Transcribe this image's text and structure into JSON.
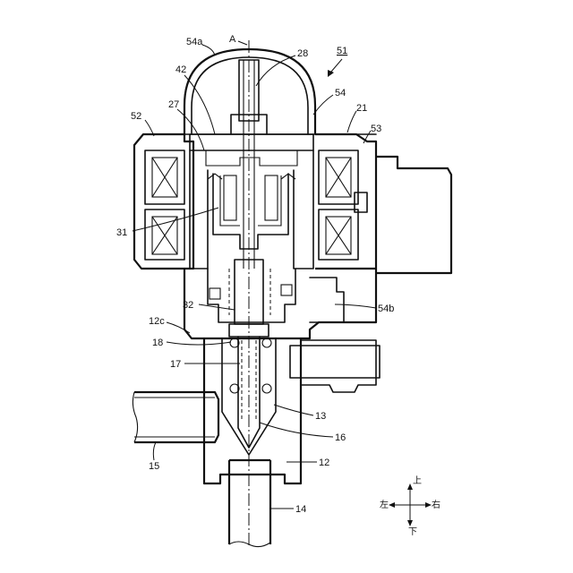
{
  "labels": {
    "l54a": "54a",
    "lA": "A",
    "l28": "28",
    "l51": "51",
    "l42": "42",
    "l54": "54",
    "l52": "52",
    "l27": "27",
    "l21": "21",
    "l53": "53",
    "l31": "31",
    "l32": "32",
    "l54b": "54b",
    "l12c": "12c",
    "l18": "18",
    "l17": "17",
    "l13": "13",
    "l16": "16",
    "l15": "15",
    "l12": "12",
    "l14": "14"
  },
  "direction": {
    "up": "上",
    "down": "下",
    "left": "左",
    "right": "右"
  }
}
